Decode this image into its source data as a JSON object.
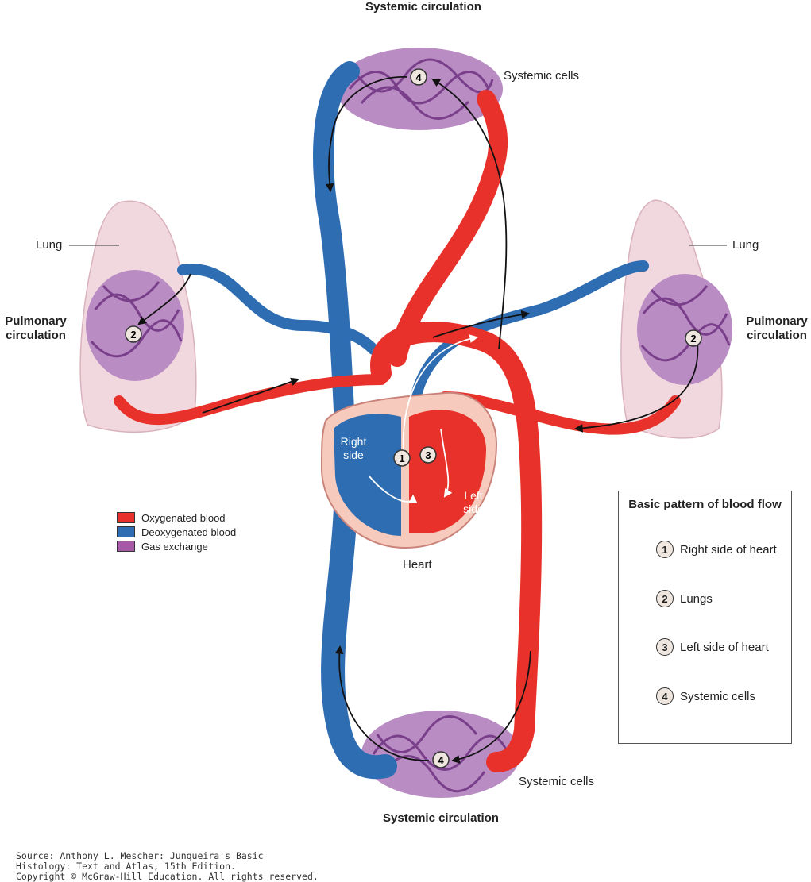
{
  "labels": {
    "systemic_top": "Systemic circulation",
    "systemic_bottom": "Systemic circulation",
    "systemic_cells_top": "Systemic cells",
    "systemic_cells_bottom": "Systemic cells",
    "lung_left": "Lung",
    "lung_right": "Lung",
    "pulmonary_left": "Pulmonary circulation",
    "pulmonary_right": "Pulmonary circulation",
    "heart": "Heart",
    "right_side": "Right side",
    "left_side": "Left side"
  },
  "markers": {
    "m1": "1",
    "m2": "2",
    "m3": "3",
    "m4": "4"
  },
  "legend": [
    {
      "label": "Oxygenated blood",
      "color": "#e8312a"
    },
    {
      "label": "Deoxygenated blood",
      "color": "#2f6db3"
    },
    {
      "label": "Gas exchange",
      "color": "#a45aa6"
    }
  ],
  "pattern_box": {
    "title": "Basic pattern of blood flow",
    "steps": [
      {
        "num": "1",
        "label": "Right side of heart"
      },
      {
        "num": "2",
        "label": "Lungs"
      },
      {
        "num": "3",
        "label": "Left side of heart"
      },
      {
        "num": "4",
        "label": "Systemic cells"
      }
    ]
  },
  "source": [
    "Source: Anthony L. Mescher: Junqueira's Basic",
    "Histology: Text and Atlas, 15th Edition.",
    "Copyright © McGraw-Hill Education. All rights reserved."
  ]
}
